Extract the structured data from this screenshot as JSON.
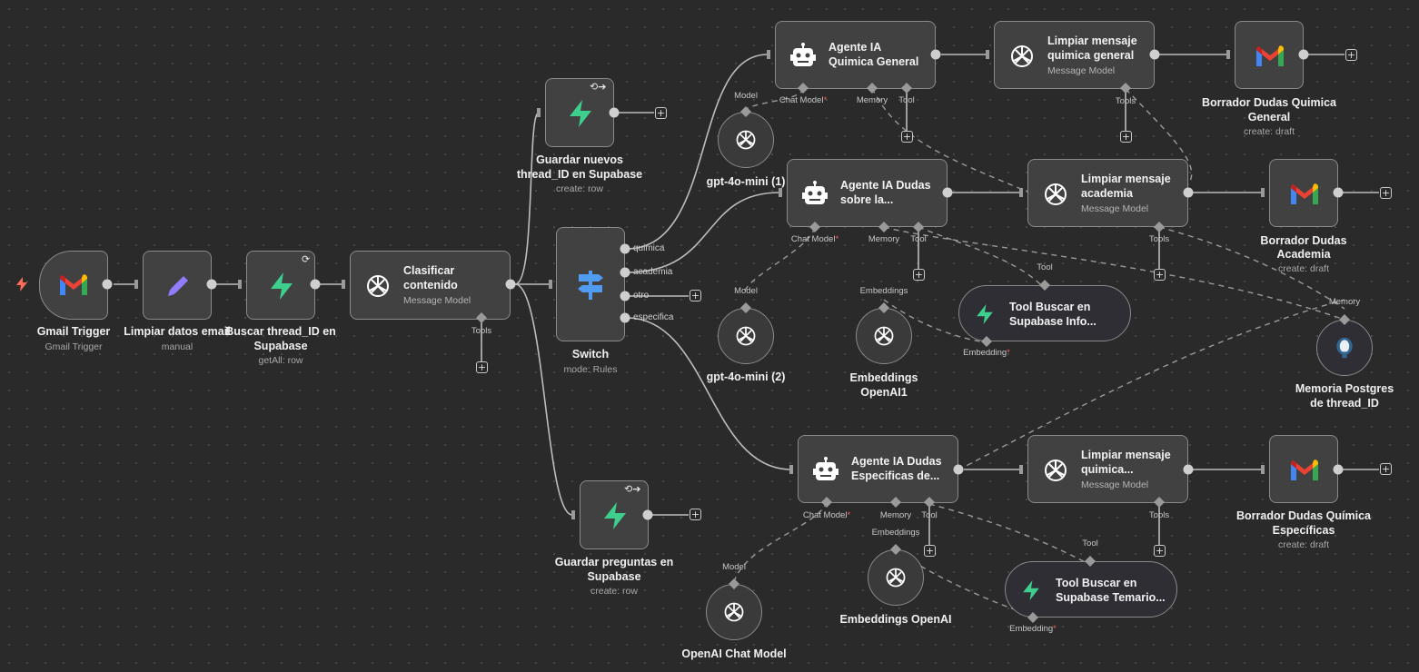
{
  "icons": {
    "trigger": "lightning-icon",
    "gmail": "gmail-icon",
    "edit": "pencil-icon",
    "supabase": "supabase-icon",
    "openai": "openai-icon",
    "switch": "signpost-icon",
    "agent": "robot-icon",
    "postgres": "postgres-icon",
    "plus": "plus-icon"
  },
  "colors": {
    "canvas": "#2a2a2a",
    "node": "#414141",
    "edge": "#bdbdbd",
    "supabase": "#3ecf8e",
    "required": "#ff5a5a",
    "pencil": "#8f7cff",
    "switch": "#4f9cf2"
  },
  "nodes": {
    "gmail_trigger": {
      "title": "Gmail Trigger",
      "subtitle": "Gmail Trigger"
    },
    "limpiar_datos": {
      "title": "Limpiar datos email",
      "subtitle": "manual"
    },
    "buscar_thread": {
      "title": "Buscar thread_ID en Supabase",
      "title_l1": "Buscar thread_ID en",
      "title_l2": "Supabase",
      "subtitle": "getAll: row"
    },
    "clasificar": {
      "title_l1": "Clasificar",
      "title_l2": "contenido",
      "subtitle": "Message Model",
      "tools_label": "Tools"
    },
    "guardar_thread": {
      "title_l1": "Guardar nuevos",
      "title_l2": "thread_ID en Supabase",
      "subtitle": "create: row"
    },
    "switch": {
      "title": "Switch",
      "subtitle": "mode: Rules",
      "outputs": [
        "quimica",
        "academia",
        "otro",
        "especifica"
      ]
    },
    "guardar_preguntas": {
      "title_l1": "Guardar preguntas en",
      "title_l2": "Supabase",
      "subtitle": "create: row"
    },
    "agente_quimica": {
      "title_l1": "Agente IA",
      "title_l2": "Quimica General",
      "ports": {
        "chat": "Chat Model",
        "memory": "Memory",
        "tool": "Tool"
      }
    },
    "agente_dudas": {
      "title_l1": "Agente IA Dudas",
      "title_l2": "sobre la...",
      "ports": {
        "chat": "Chat Model",
        "memory": "Memory",
        "tool": "Tool"
      }
    },
    "agente_especificas": {
      "title_l1": "Agente IA Dudas",
      "title_l2": "Especificas de...",
      "ports": {
        "chat": "Chat Model",
        "memory": "Memory",
        "tool": "Tool"
      }
    },
    "limpiar_quimica": {
      "title_l1": "Limpiar mensaje",
      "title_l2": "quimica general",
      "subtitle": "Message Model",
      "tools_label": "Tools"
    },
    "limpiar_academia": {
      "title_l1": "Limpiar mensaje",
      "title_l2": "academia",
      "subtitle": "Message Model",
      "tools_label": "Tools"
    },
    "limpiar_quimica2": {
      "title_l1": "Limpiar mensaje",
      "title_l2": "quimica...",
      "subtitle": "Message Model",
      "tools_label": "Tools"
    },
    "borrador_quimica": {
      "title_l1": "Borrador Dudas Quimica",
      "title_l2": "General",
      "subtitle": "create: draft"
    },
    "borrador_academia": {
      "title_l1": "Borrador Dudas",
      "title_l2": "Academia",
      "subtitle": "create: draft"
    },
    "borrador_especificas": {
      "title_l1": "Borrador Dudas Química",
      "title_l2": "Específicas",
      "subtitle": "create: draft"
    },
    "gpt1": {
      "title": "gpt-4o-mini (1)",
      "port": "Model"
    },
    "gpt2": {
      "title": "gpt-4o-mini (2)",
      "port": "Model"
    },
    "openai_chat": {
      "title": "OpenAI Chat Model",
      "port": "Model"
    },
    "embeddings1": {
      "title_l1": "Embeddings",
      "title_l2": "OpenAI1",
      "port": "Embeddings"
    },
    "embeddings2": {
      "title": "Embeddings OpenAI",
      "port": "Embeddings"
    },
    "tool_info": {
      "title_l1": "Tool Buscar en",
      "title_l2": "Supabase Info...",
      "port_top": "Tool",
      "port_bottom": "Embedding"
    },
    "tool_temario": {
      "title_l1": "Tool Buscar en",
      "title_l2": "Supabase Temario...",
      "port_top": "Tool",
      "port_bottom": "Embedding"
    },
    "memoria": {
      "title_l1": "Memoria Postgres",
      "title_l2": "de thread_ID",
      "port": "Memory"
    }
  }
}
